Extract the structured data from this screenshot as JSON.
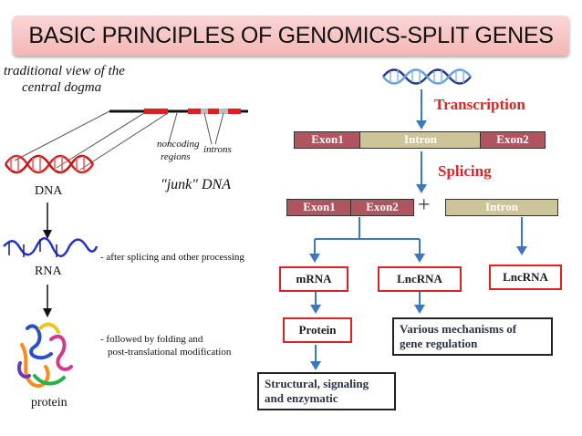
{
  "slide": {
    "title": "BASIC PRINCIPLES OF GENOMICS-SPLIT GENES"
  },
  "left": {
    "heading_line1": "traditional view of the",
    "heading_line2": "central dogma",
    "noncoding_line1": "noncoding",
    "noncoding_line2": "regions",
    "introns": "introns",
    "junk": "\"junk\" DNA",
    "dna": "DNA",
    "rna": "RNA",
    "rna_note": "- after splicing and other processing",
    "protein_note_line1": "- followed by folding and",
    "protein_note_line2": "post-translational modification",
    "protein": "protein"
  },
  "right": {
    "transcription": "Transcription",
    "splicing": "Splicing",
    "row1": {
      "exon1": "Exon1",
      "intron": "Intron",
      "exon2": "Exon2"
    },
    "row2": {
      "exon1": "Exon1",
      "exon2": "Exon2",
      "plus": "+",
      "intron": "Intron"
    },
    "mrna": "mRNA",
    "lncrna_a": "LncRNA",
    "lncrna_b": "LncRNA",
    "protein_box": "Protein",
    "mechanisms_line1": "Various mechanisms of",
    "mechanisms_line2": "gene regulation",
    "structural_line1": "Structural, signaling",
    "structural_line2": "and enzymatic"
  },
  "colors": {
    "title_bg": "#f4b6b6",
    "accent_red": "#d42a2a",
    "arrow_blue": "#3a78c2",
    "exon_fill": "#b05560",
    "intron_fill": "#cdc49a"
  }
}
